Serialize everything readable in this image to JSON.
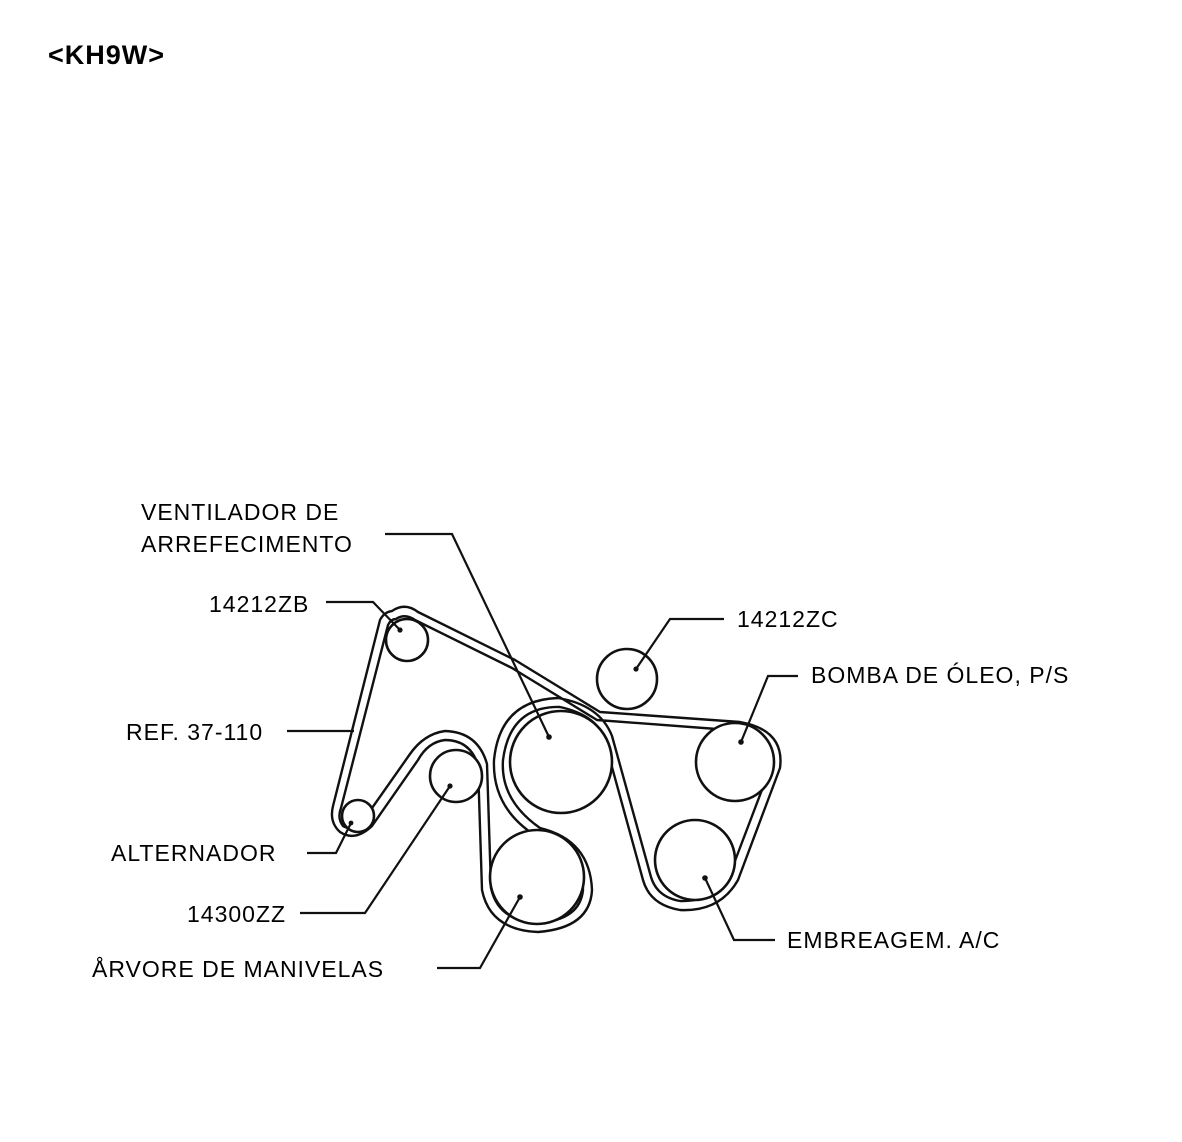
{
  "header": {
    "model_code": "<KH9W>"
  },
  "labels": {
    "cooling_fan_line1": "VENTILADOR DE",
    "cooling_fan_line2": "ARREFECIMENTO",
    "idler_zb": "14212ZB",
    "idler_zc": "14212ZC",
    "power_steering_pump": "BOMBA DE ÓLEO, P/S",
    "reference": "REF. 37-110",
    "alternator": "ALTERNADOR",
    "tensioner": "14300ZZ",
    "crankshaft": "ÅRVORE DE MANIVELAS",
    "ac_clutch": "EMBREAGEM. A/C"
  }
}
